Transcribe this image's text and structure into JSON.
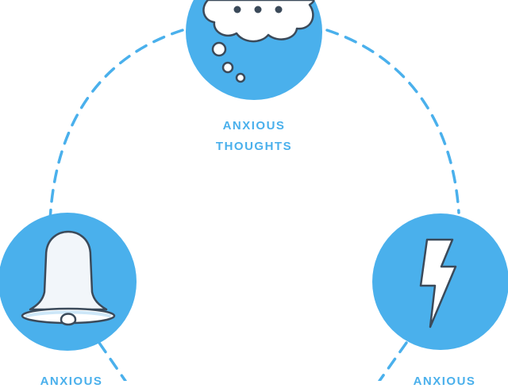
{
  "colors": {
    "accent": "#4ab0ec",
    "outline": "#3b4a5a",
    "cloud_fill": "#ffffff",
    "bell_fill": "#f2f6fa",
    "bell_clapper": "#cde7f8",
    "background": "#ffffff"
  },
  "nodes": [
    {
      "id": "thoughts",
      "icon": "thought-bubble-icon",
      "label_lines": [
        "ANXIOUS",
        "THOUGHTS"
      ]
    },
    {
      "id": "feelings",
      "icon": "bell-icon",
      "label_lines": [
        "ANXIOUS"
      ]
    },
    {
      "id": "sensations",
      "icon": "lightning-bolt-icon",
      "label_lines": [
        "ANXIOUS"
      ]
    }
  ]
}
